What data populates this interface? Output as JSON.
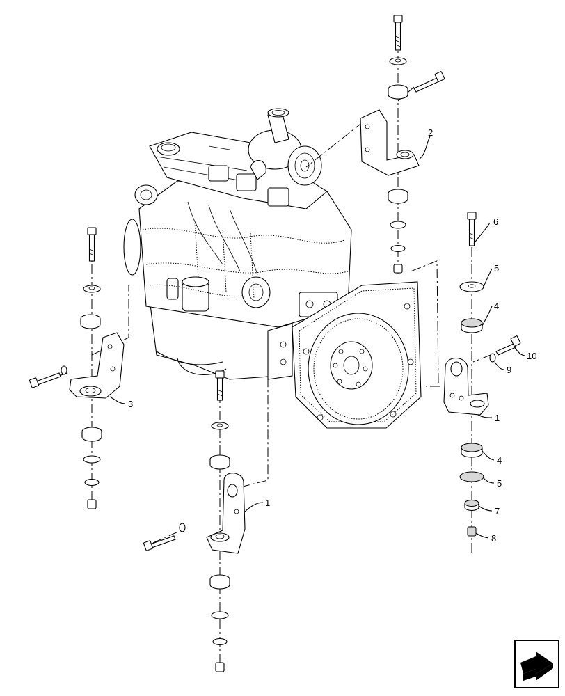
{
  "diagram": {
    "callouts": [
      {
        "id": "c1a",
        "label": "1"
      },
      {
        "id": "c1b",
        "label": "1"
      },
      {
        "id": "c2",
        "label": "2"
      },
      {
        "id": "c3",
        "label": "3"
      },
      {
        "id": "c4a",
        "label": "4"
      },
      {
        "id": "c4b",
        "label": "4"
      },
      {
        "id": "c5a",
        "label": "5"
      },
      {
        "id": "c5b",
        "label": "5"
      },
      {
        "id": "c6",
        "label": "6"
      },
      {
        "id": "c7",
        "label": "7"
      },
      {
        "id": "c8",
        "label": "8"
      },
      {
        "id": "c9",
        "label": "9"
      },
      {
        "id": "c10",
        "label": "10"
      }
    ]
  },
  "nav": {
    "icon": "next-page-arrow-icon"
  }
}
